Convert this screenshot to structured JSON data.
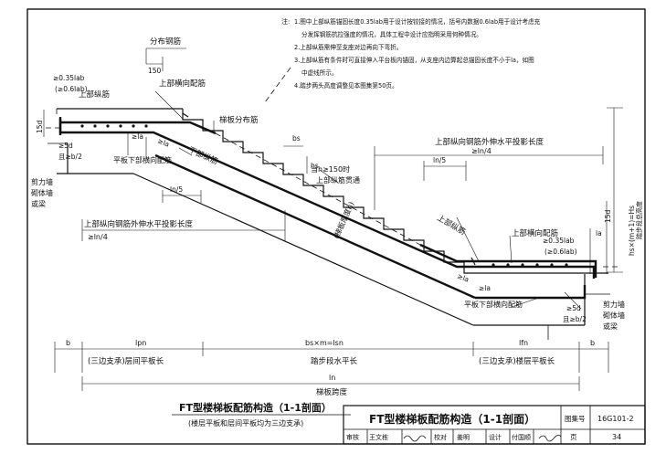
{
  "notes": {
    "prefix": "注:",
    "line1": "1.图中上部纵筋锚固长度0.35lab用于设计按铰接的情况，括号内数据0.6lab用于设计考虑充",
    "line2": "分发挥钢筋抗拉强度的情况，具体工程中设计应指明采用何种情况。",
    "line3": "2.上部纵筋需伸至支座对边再向下弯折。",
    "line4": "3.上部纵筋有条件时可直接伸入平台板内锚固，从支座内边算起总锚固长度不小于la，如图",
    "line5": "中虚线所示。",
    "line6": "4.踏步两头高度调整见本图集第50页。"
  },
  "labels": {
    "distribution_bar": "分布钢筋",
    "dim_150": "150",
    "anchor_upper": "≥0.35lab",
    "anchor_upper_alt": "(≥0.6lab)",
    "upper_transverse": "上部横向配筋",
    "upper_longitudinal_top": "上部纵筋",
    "slab_distribution": "梯板分布筋",
    "dim_15d_left": "15d",
    "five_d_left": "≥5d",
    "half_b_left": "且≥b/2",
    "la_left": "≥la",
    "la_left2": "≥la",
    "lower_longitudinal": "下部纵筋",
    "bs": "bs",
    "hs": "hs",
    "flat_lower_transverse_left": "平板下部横向配筋",
    "wall_left_1": "剪力墙",
    "wall_left_2": "砌体墙",
    "wall_left_3": "或梁",
    "ln5_left": "ln/5",
    "cond_h": "当h≥150时",
    "cond_h2": "上部纵筋贯通",
    "upper_proj_top": "上部纵向钢筋外伸水平投影长度",
    "upper_proj_top_val": "≥ln/4",
    "ln5_right": "ln/5",
    "upper_proj_bottom": "上部纵向钢筋外伸水平投影长度",
    "upper_proj_bottom_val": "≥ln/4",
    "slab_thickness": "(梯板厚度h)",
    "upper_longitudinal_bottom": "上部纵筋",
    "upper_transverse_right": "上部横向配筋",
    "anchor_right": "≥0.35lab",
    "anchor_right_alt": "(≥0.6lab)",
    "la_right": "la",
    "dim_15d_right": "15d",
    "la_bottom": "≥la",
    "la_bottom2": "≥la",
    "flat_lower_transverse_right": "平板下部横向配筋",
    "five_d_right": "≥5d",
    "half_b_right": "且≥b/2",
    "wall_right_1": "剪力墙",
    "wall_right_2": "砌体墙",
    "wall_right_3": "或梁",
    "vertical_dim": "hs×(m+1)=Hs",
    "vertical_dim2": "踏步段总高度",
    "dim_b_left": "b",
    "dim_lpn": "lpn",
    "dim_mid": "bs×m=lsn",
    "dim_lfn": "lfn",
    "dim_b_right": "b",
    "three_side_left": "(三边支承)层间平板长",
    "step_horizontal": "踏步段水平长",
    "three_side_right": "(三边支承)楼层平板长",
    "dim_ln": "ln",
    "stair_span": "梯板跨度"
  },
  "title": {
    "caption": "FT型楼梯板配筋构造（1-1剖面）",
    "caption_sub": "(楼层平板和层间平板均为三边支承)"
  },
  "titleblock": {
    "title": "FT型楼梯板配筋构造（1-1剖面）",
    "atlas_label": "图集号",
    "atlas_no": "16G101-2",
    "review_label": "审核",
    "review_name": "王文栋",
    "check_label": "校对",
    "check_name": "姜明",
    "design_label": "设计",
    "design_name": "付国顺",
    "page_label": "页",
    "page_no": "34"
  }
}
